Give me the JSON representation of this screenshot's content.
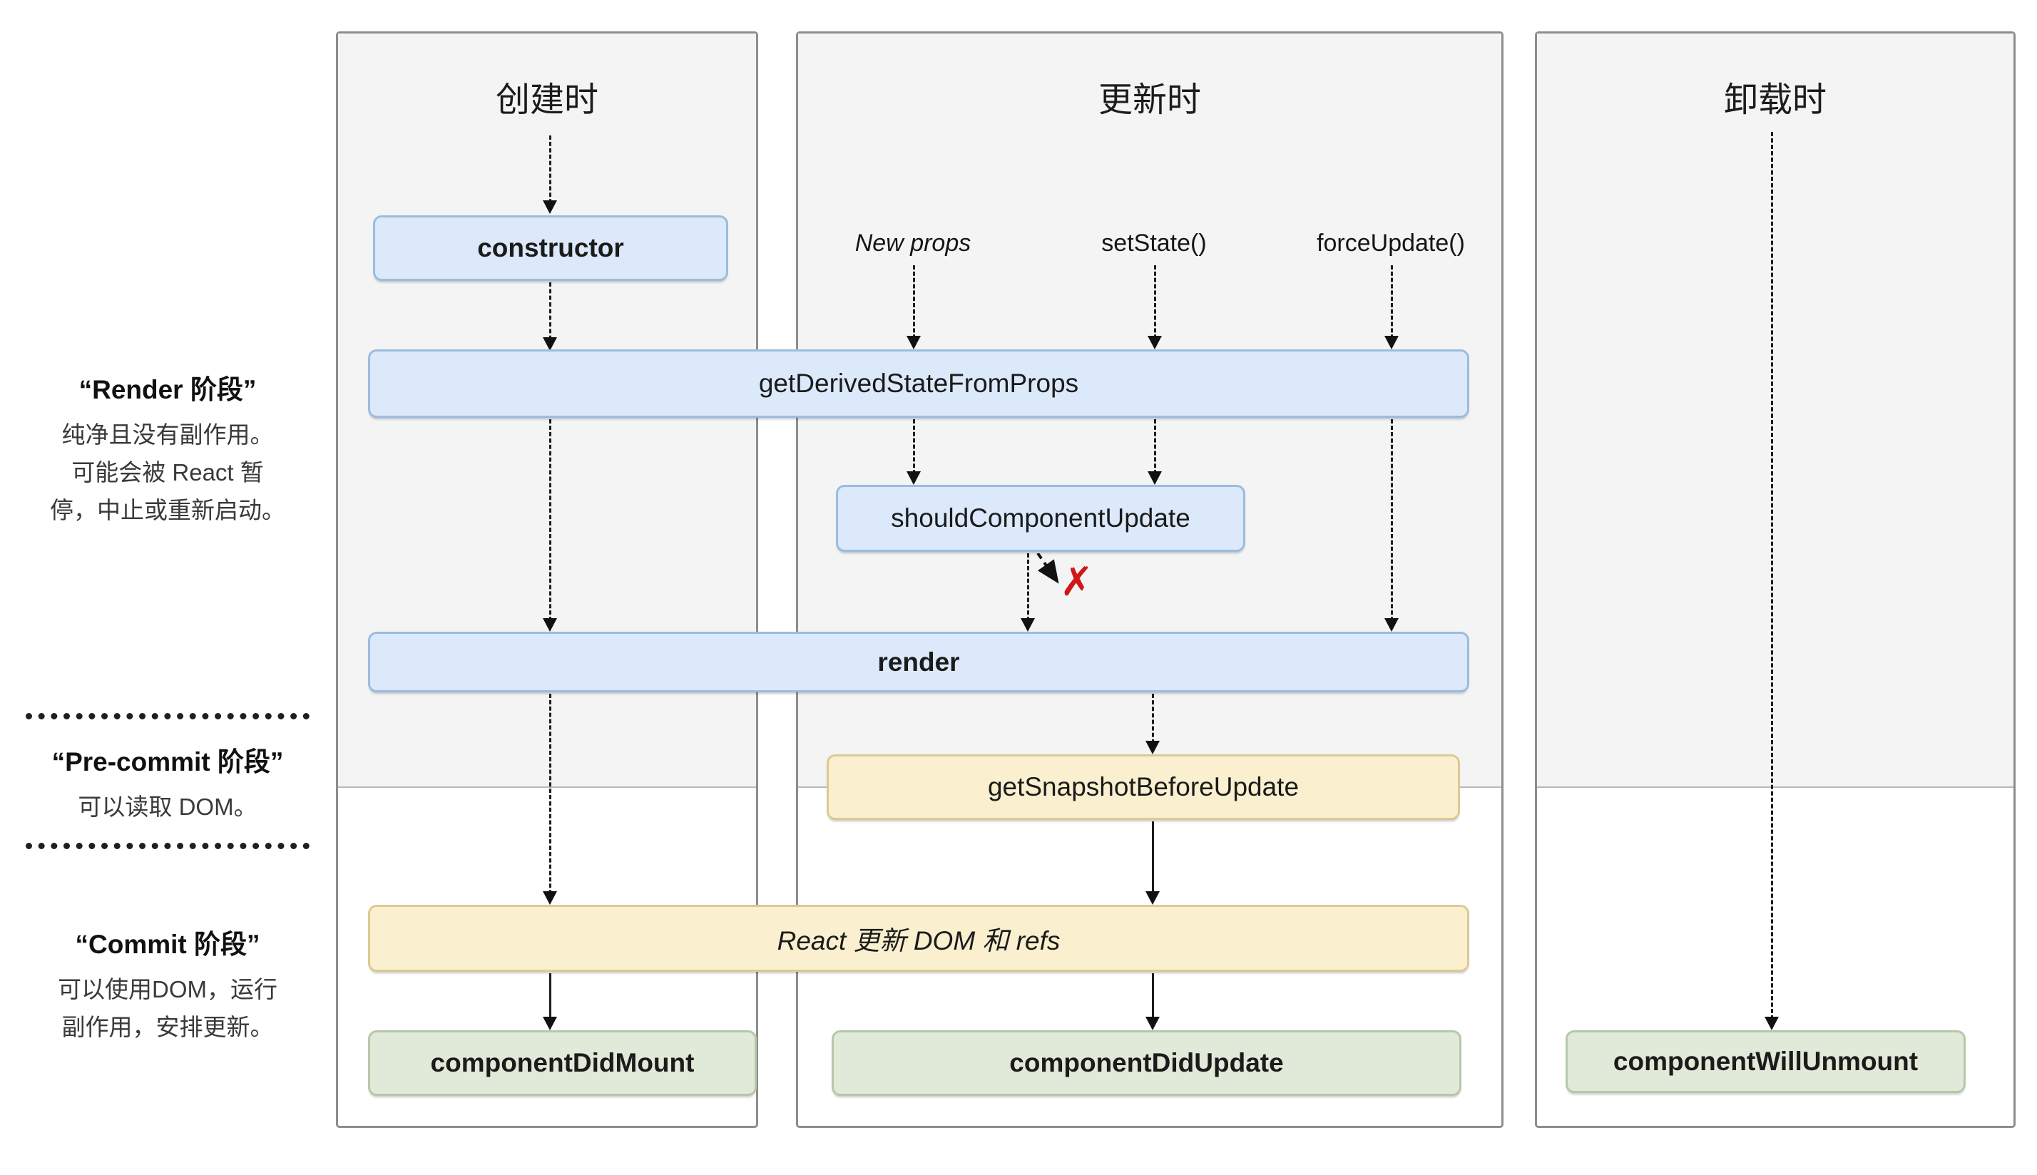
{
  "left_panel": {
    "render_phase": {
      "title": "“Render 阶段”",
      "desc_lines": [
        "纯净且没有副作用。",
        "可能会被 React 暂",
        "停，中止或重新启动。"
      ]
    },
    "precommit_phase": {
      "title": "“Pre-commit 阶段”",
      "desc_lines": [
        "可以读取 DOM。"
      ]
    },
    "commit_phase": {
      "title": "“Commit 阶段”",
      "desc_lines": [
        "可以使用DOM，运行",
        "副作用，安排更新。"
      ]
    }
  },
  "columns": {
    "mounting": {
      "title": "创建时"
    },
    "updating": {
      "title": "更新时",
      "triggers": [
        "New props",
        "setState()",
        "forceUpdate()"
      ]
    },
    "unmounting": {
      "title": "卸载时"
    }
  },
  "nodes": {
    "constructor": "constructor",
    "get_derived_state_from_props": "getDerivedStateFromProps",
    "should_component_update": "shouldComponentUpdate",
    "render": "render",
    "get_snapshot_before_update": "getSnapshotBeforeUpdate",
    "react_updates_dom": "React 更新 DOM 和 refs",
    "component_did_mount": "componentDidMount",
    "component_did_update": "componentDidUpdate",
    "component_will_unmount": "componentWillUnmount"
  },
  "annotations": {
    "skip_mark": "✗"
  },
  "colors": {
    "blue_fill": "#dbe9fa",
    "blue_border": "#9cbcdf",
    "yellow_fill": "#faf0cf",
    "yellow_border": "#dcc993",
    "green_fill": "#e1e9d8",
    "green_border": "#b6c8a9",
    "col_bg": "#f4f4f4",
    "col_border": "#8d8d8d",
    "red": "#d01818"
  }
}
